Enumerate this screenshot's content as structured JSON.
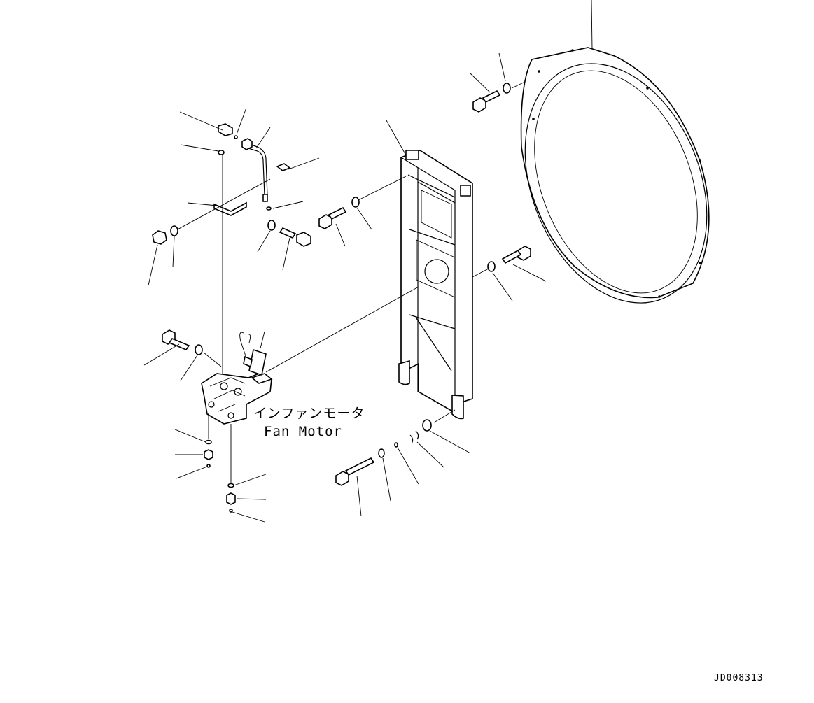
{
  "labels": {
    "fan_motor_jp": "インファンモータ",
    "fan_motor_en": "Fan Motor"
  },
  "drawing_code": "JD008313",
  "colors": {
    "ink": "#000000",
    "paper": "#ffffff"
  }
}
